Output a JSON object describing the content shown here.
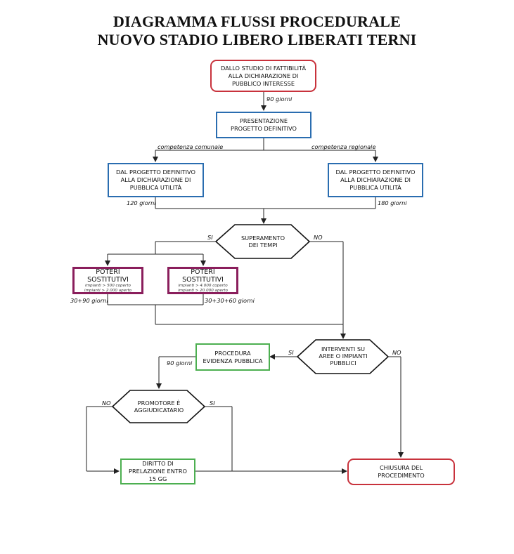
{
  "title": {
    "line1": "DIAGRAMMA FLUSSI PROCEDURALE",
    "line2": "NUOVO STADIO LIBERO LIBERATI TERNI"
  },
  "nodes": {
    "start": {
      "lines": [
        "DALLO STUDIO DI FATTIBILITÀ",
        "ALLA DICHIARAZIONE DI",
        "PUBBLICO INTERESSE"
      ]
    },
    "presentation": {
      "lines": [
        "PRESENTAZIONE",
        "PROGETTO DEFINITIVO"
      ]
    },
    "municipal": {
      "lines": [
        "DAL PROGETTO DEFINITIVO",
        "ALLA DICHIARAZIONE DI",
        "PUBBLICA UTILITÀ"
      ]
    },
    "regional": {
      "lines": [
        "DAL PROGETTO DEFINITIVO",
        "ALLA DICHIARAZIONE DI",
        "PUBBLICA UTILITÀ"
      ]
    },
    "times_decision": {
      "lines": [
        "SUPERAMENTO",
        "DEI TEMPI"
      ]
    },
    "powers_1": {
      "title": "POTERI SOSTITUTIVI",
      "sub": [
        "impianti > 500 coperto",
        "impianti > 2.000 aperto"
      ]
    },
    "powers_2": {
      "title": "POTERI SOSTITUTIVI",
      "sub": [
        "impianti > 4.000 coperto",
        "impianti > 20.000 aperto"
      ]
    },
    "public_evidence": {
      "lines": [
        "PROCEDURA",
        "EVIDENZA PUBBLICA"
      ]
    },
    "public_areas_decision": {
      "lines": [
        "INTERVENTI SU",
        "AREE O IMPIANTI",
        "PUBBLICI"
      ]
    },
    "promoter_decision": {
      "lines": [
        "PROMOTORE È",
        "AGGIUDICATARIO"
      ]
    },
    "preemption": {
      "lines": [
        "DIRITTO DI",
        "PRELAZIONE ENTRO",
        "15 GG"
      ]
    },
    "closure": {
      "lines": [
        "CHIUSURA DEL",
        "PROCEDIMENTO"
      ]
    }
  },
  "labels": {
    "days_90_top": "90 giorni",
    "municipal_competence": "competenza comunale",
    "regional_competence": "competenza regionale",
    "days_120": "120 giorni",
    "days_180": "180 giorni",
    "yes_times": "SI",
    "no_times": "NO",
    "days_30_90": "30+90 giorni",
    "days_30_30_60": "30+30+60 giorni",
    "yes_areas": "SI",
    "no_areas": "NO",
    "days_90_evidence": "90 giorni",
    "no_promoter": "NO",
    "yes_promoter": "SI"
  },
  "colors": {
    "start_end": "#c8323c",
    "process": "#2a6db0",
    "substitutive_powers": "#8a1e5c",
    "public_procedure": "#4caf50",
    "decision": "#111111"
  }
}
